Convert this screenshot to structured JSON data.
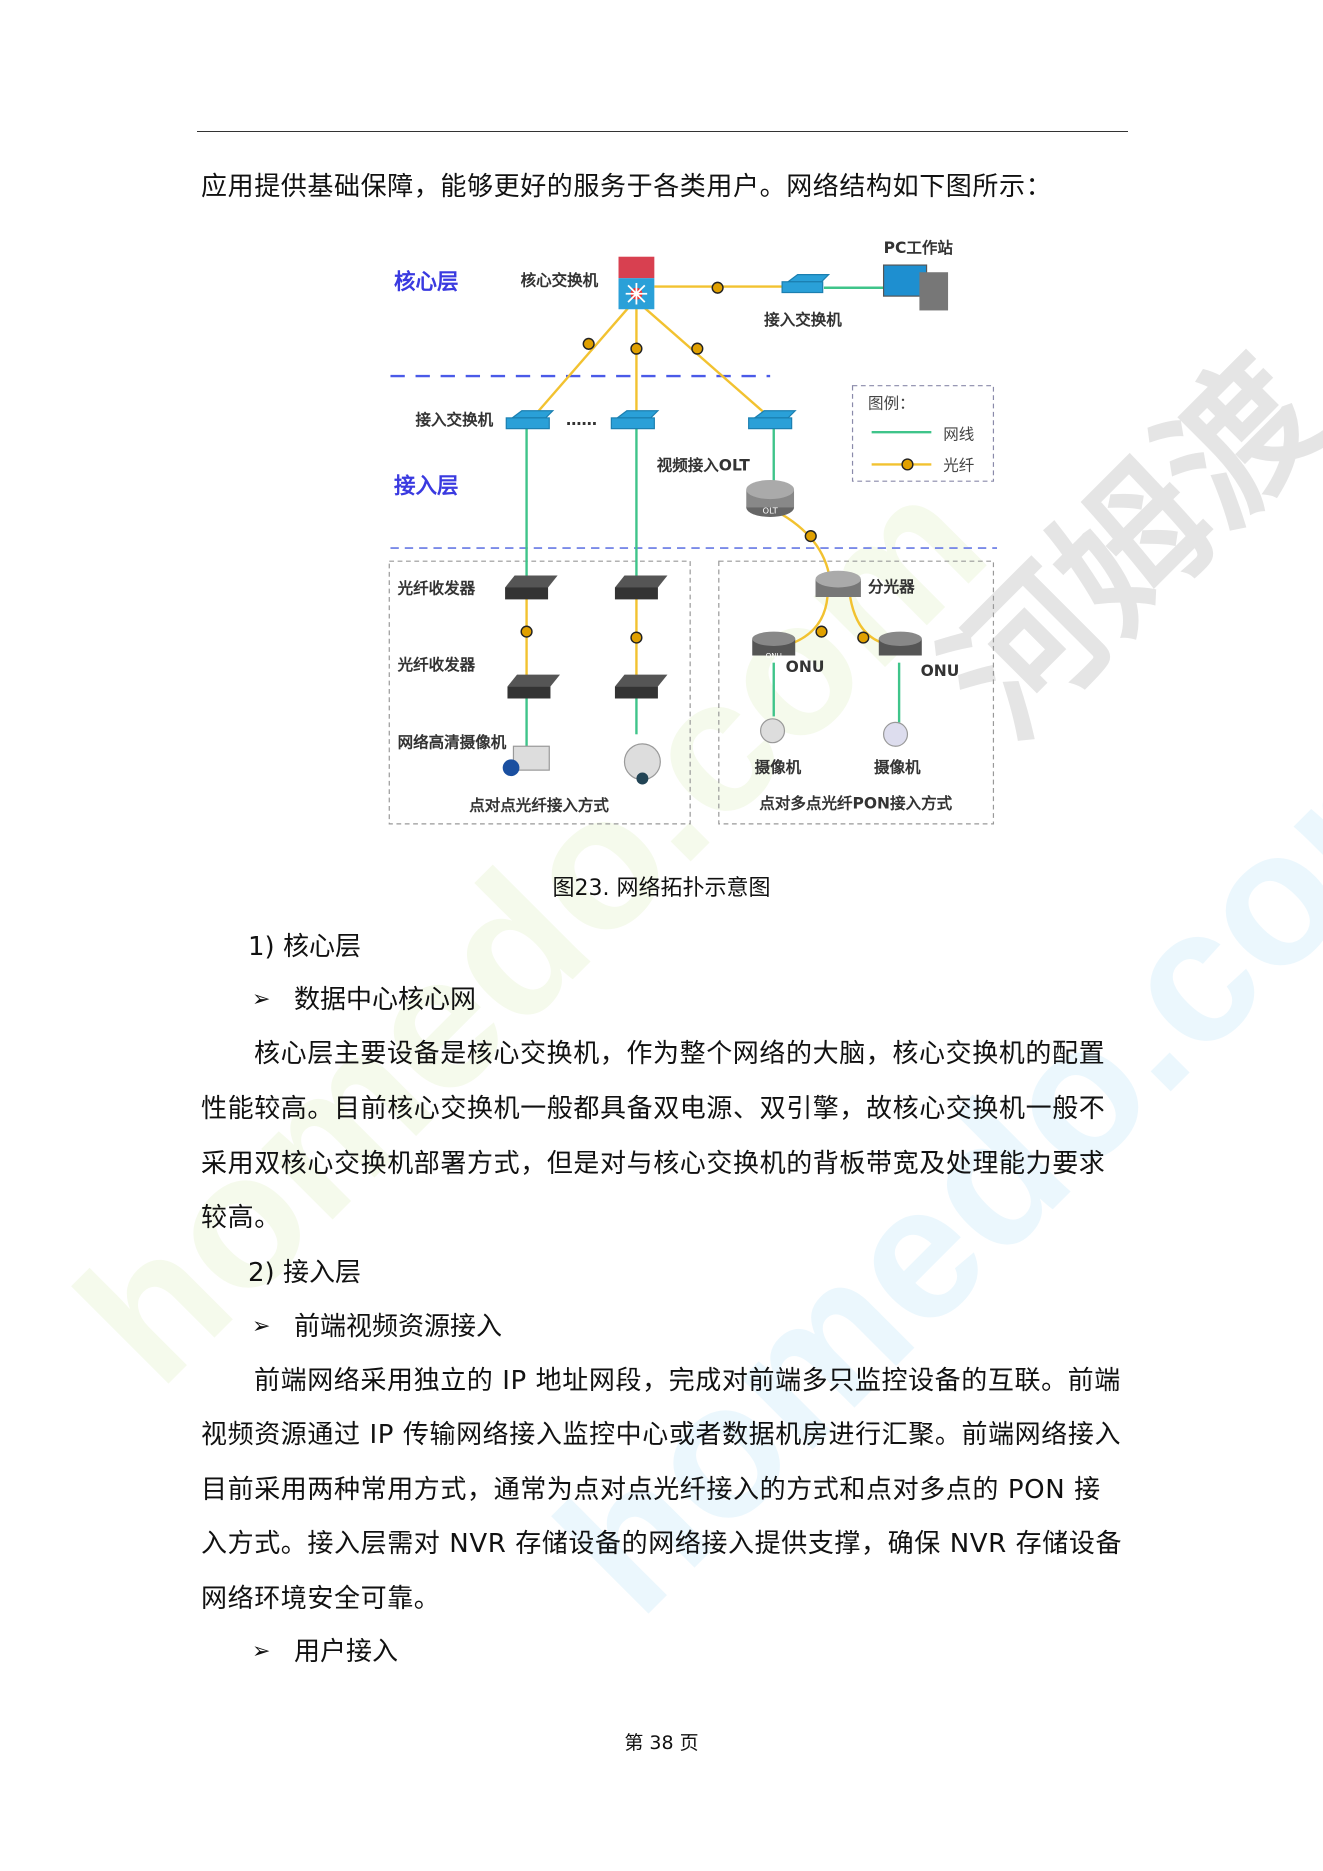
{
  "watermark": {
    "brand_text": "homedo.com",
    "cn_text": "河姆渡"
  },
  "intro": "应用提供基础保障，能够更好的服务于各类用户。网络结构如下图所示：",
  "diagram": {
    "core_layer": "核心层",
    "access_layer": "接入层",
    "core_switch": "核心交换机",
    "pc_workstation": "PC工作站",
    "access_switch_top": "接入交换机",
    "access_switch_left": "接入交换机",
    "ellipsis": "……",
    "video_olt": "视频接入OLT",
    "olt_tag": "OLT",
    "legend_title": "图例：",
    "legend_cable": "网线",
    "legend_fiber": "光纤",
    "transceiver_1": "光纤收发器",
    "transceiver_2": "光纤收发器",
    "hd_camera": "网络高清摄像机",
    "splitter": "分光器",
    "onu_left": "ONU",
    "onu_right": "ONU",
    "onu_tag": "ONU",
    "camera_left": "摄像机",
    "camera_right": "摄像机",
    "p2p_label": "点对点光纤接入方式",
    "pon_label": "点对多点光纤PON接入方式",
    "colors": {
      "layer_label": "#3a3ae0",
      "cable": "#3fc48a",
      "fiber": "#f2c230",
      "switch": "#2aa0d8",
      "divider": "#4a5ae8"
    }
  },
  "caption": "图23.  网络拓扑示意图",
  "section1": {
    "heading": "1)   核心层",
    "bullet": "数据中心核心网",
    "lines": [
      "核心层主要设备是核心交换机，作为整个网络的大脑，核心交换机的配置",
      "性能较高。目前核心交换机一般都具备双电源、双引擎，故核心交换机一般不",
      "采用双核心交换机部署方式，但是对与核心交换机的背板带宽及处理能力要求",
      "较高。"
    ]
  },
  "section2": {
    "heading": "2)   接入层",
    "bullet1": "前端视频资源接入",
    "lines": [
      "前端网络采用独立的 IP 地址网段，完成对前端多只监控设备的互联。前端",
      "视频资源通过 IP 传输网络接入监控中心或者数据机房进行汇聚。前端网络接入",
      "目前采用两种常用方式，通常为点对点光纤接入的方式和点对多点的 PON 接",
      "入方式。接入层需对 NVR 存储设备的网络接入提供支撑，确保 NVR 存储设备",
      "网络环境安全可靠。"
    ],
    "bullet2": "用户接入"
  },
  "footer": "第 38 页",
  "bullet_glyph": "➢"
}
